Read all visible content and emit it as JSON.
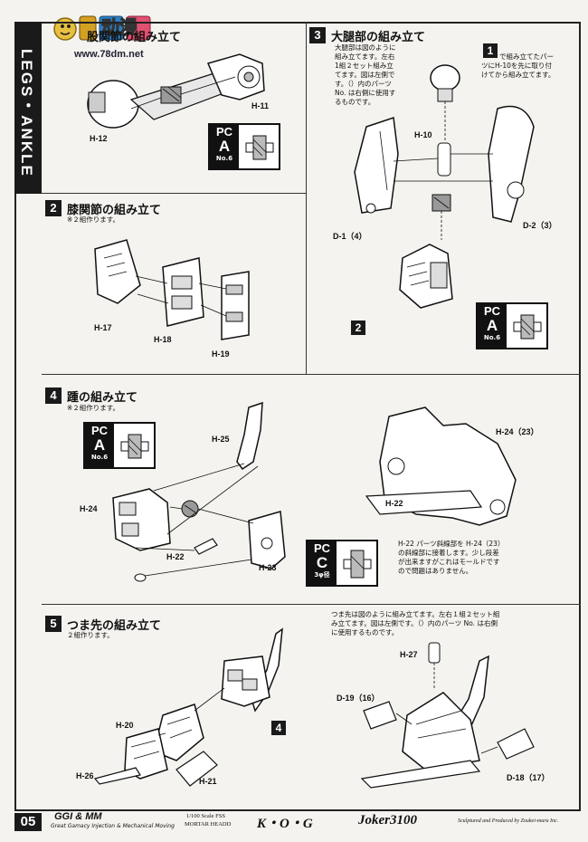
{
  "watermark": {
    "logo_text": "动漫",
    "url": "www.78dm.net"
  },
  "side_label": "LEGS・ANKLE",
  "step1": {
    "title": "股関節の組み立て",
    "parts": {
      "h11": "H-11",
      "h12": "H-12"
    }
  },
  "step2": {
    "num": "2",
    "title": "膝関節の組み立て",
    "note": "※２組作ります。",
    "parts": {
      "h17": "H-17",
      "h18": "H-18",
      "h19": "H-19"
    }
  },
  "step3": {
    "num": "3",
    "title": "大腿部の組み立て",
    "note": [
      "大腿部は図のように",
      "組み立てます。左右",
      "1組２セット組み立",
      "てます。図は左側で",
      "す。（）内のパーツ",
      "No. は右側に使用す",
      "るものです。"
    ],
    "callout1": {
      "num": "1",
      "text": [
        "で組み立てたパー",
        "ツにH-10を先に取り付",
        "けてから組み立てます。"
      ]
    },
    "callout2": "2",
    "parts": {
      "h10": "H-10",
      "d1": "D-1（4）",
      "d2": "D-2（3）"
    }
  },
  "step4": {
    "num": "4",
    "title": "踵の組み立て",
    "note": "※２組作ります。",
    "parts": {
      "h25": "H-25",
      "h24": "H-24",
      "h22": "H-22",
      "h23": "H-23",
      "h24_23": "H-24（23）",
      "h22b": "H-22"
    },
    "detail_note": [
      "H-22 パーツ斜線部を H-24（23）",
      "の斜線部に接着します。少し段差",
      "が出来ますがこれはモールドです",
      "ので問題はありません。"
    ]
  },
  "step5": {
    "num": "5",
    "title": "つま先の組み立て",
    "note": "２組作ります。",
    "callout4": "4",
    "parts": {
      "h20": "H-20",
      "h26": "H-26",
      "h21": "H-21",
      "h27": "H-27",
      "d19": "D-19（16）",
      "d18": "D-18（17）"
    },
    "detail_note": [
      "つま先は図のように組み立てます。左右１組２セット組",
      "み立てます。図は左側です。（）内のパーツ No. は右側",
      "に使用するものです。"
    ]
  },
  "pc_badges": [
    {
      "top": "PC",
      "letter": "A",
      "bottom": "No.6"
    },
    {
      "top": "PC",
      "letter": "A",
      "bottom": "No.6"
    },
    {
      "top": "PC",
      "letter": "A",
      "bottom": "No.6"
    },
    {
      "top": "PC",
      "letter": "C",
      "bottom": "3φ径"
    }
  ],
  "footer": {
    "page": "05",
    "brand": "GGI & MM",
    "brand_sub": "Great Gamacy Injection & Mechanical Moving",
    "scale": "1/100 Scale FSS",
    "scale_sub": "MORTAR HEADD",
    "kog": "K・O・G",
    "model": "Joker3100",
    "credit": "Sculptured and Produced by Zoukei-mura Inc."
  },
  "colors": {
    "ink": "#111111",
    "paper": "#f4f3ef",
    "logo_accent": "#d4a020"
  }
}
